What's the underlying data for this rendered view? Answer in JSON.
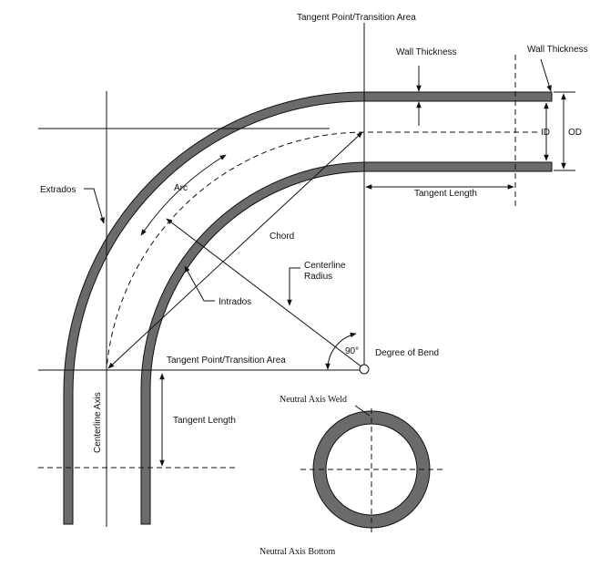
{
  "labels": {
    "tangent_point_top": "Tangent Point/Transition Area",
    "wall_thickness_1": "Wall Thickness",
    "wall_thickness_2": "Wall Thickness",
    "id": "ID",
    "od": "OD",
    "extrados": "Extrados",
    "arc": "Arc",
    "tangent_length_right": "Tangent Length",
    "chord": "Chord",
    "centerline_radius_1": "Centerline",
    "centerline_radius_2": "Radius",
    "intrados": "Intrados",
    "angle": "90°",
    "degree_of_bend": "Degree of Bend",
    "tangent_point_bottom": "Tangent Point/Transition Area",
    "centerline_axis": "Centerline Axis",
    "tangent_length_left": "Tangent Length",
    "neutral_axis_weld": "Neutral Axis Weld",
    "neutral_axis_bottom": "Neutral Axis Bottom"
  },
  "colors": {
    "pipe_wall": "#6b6b6b",
    "line": "#111111"
  }
}
